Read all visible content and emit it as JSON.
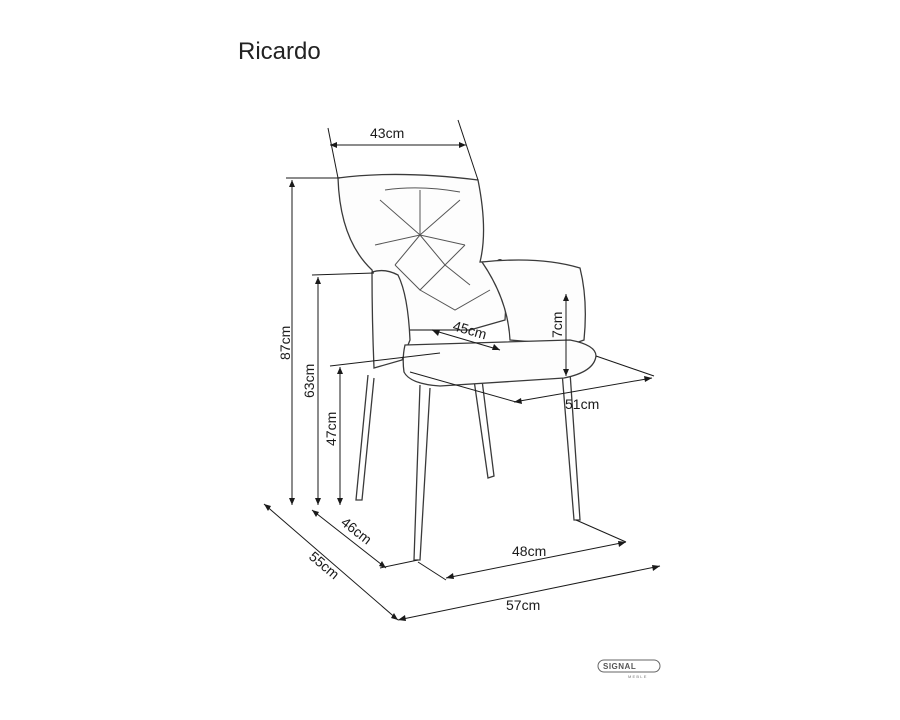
{
  "title": "Ricardo",
  "dimensions": {
    "backrest_width": "43cm",
    "total_height": "87cm",
    "armrest_height": "63cm",
    "seat_height": "47cm",
    "armrest_thickness": "7cm",
    "seat_depth": "45cm",
    "seat_width": "51cm",
    "leg_depth": "46cm",
    "leg_width": "48cm",
    "total_depth": "55cm",
    "total_width": "57cm"
  },
  "logo": {
    "brand": "SIGNAL",
    "sub": "MEBLE"
  }
}
